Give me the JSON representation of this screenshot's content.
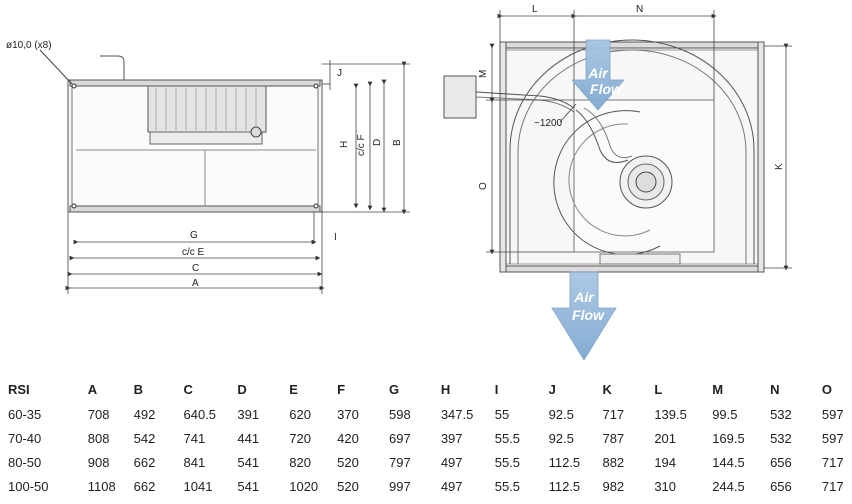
{
  "labels": {
    "bolt_note": "ø10,0 (x8)",
    "dims_front": {
      "J": "J",
      "H": "H",
      "cc_f": "c/c F",
      "D": "D",
      "B": "B",
      "I": "I",
      "G": "G",
      "cc_e": "c/c E",
      "C": "C",
      "A": "A"
    },
    "dims_side": {
      "L": "L",
      "N": "N",
      "M": "M",
      "O": "O",
      "K": "K",
      "cable": "~1200"
    },
    "air_flow_top": [
      "Air",
      "Flow"
    ],
    "air_flow_bottom": [
      "Air",
      "Flow"
    ]
  },
  "table": {
    "headers": [
      "RSI",
      "A",
      "B",
      "C",
      "D",
      "E",
      "F",
      "G",
      "H",
      "I",
      "J",
      "K",
      "L",
      "M",
      "N",
      "O"
    ],
    "rows": [
      [
        "60-35",
        "708",
        "492",
        "640.5",
        "391",
        "620",
        "370",
        "598",
        "347.5",
        "55",
        "92.5",
        "717",
        "139.5",
        "99.5",
        "532",
        "597"
      ],
      [
        "70-40",
        "808",
        "542",
        "741",
        "441",
        "720",
        "420",
        "697",
        "397",
        "55.5",
        "92.5",
        "787",
        "201",
        "169.5",
        "532",
        "597"
      ],
      [
        "80-50",
        "908",
        "662",
        "841",
        "541",
        "820",
        "520",
        "797",
        "497",
        "55.5",
        "112.5",
        "882",
        "194",
        "144.5",
        "656",
        "717"
      ],
      [
        "100-50",
        "1108",
        "662",
        "1041",
        "541",
        "1020",
        "520",
        "997",
        "497",
        "55.5",
        "112.5",
        "982",
        "310",
        "244.5",
        "656",
        "717"
      ]
    ]
  },
  "colors": {
    "arrow": "#9ab9d8",
    "line": "#444444",
    "frame": "#c8c8c8"
  }
}
